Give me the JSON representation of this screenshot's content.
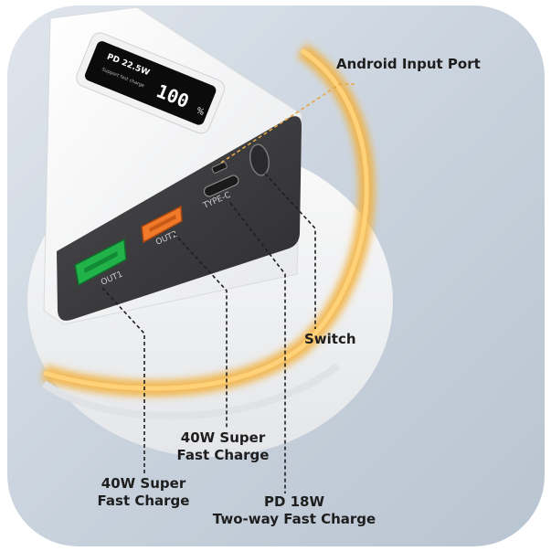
{
  "labels": {
    "android_input_port": "Android Input Port",
    "switch": "Switch",
    "out2_line1": "40W  Super",
    "out2_line2": "Fast Charge",
    "out1_line1": "40W Super",
    "out1_line2": "Fast Charge",
    "pd_line1": "PD 18W",
    "pd_line2": "Two-way Fast Charge"
  },
  "device": {
    "display_value": "100",
    "display_unit": "%",
    "display_mode": "PD 22.5W",
    "display_note": "Support fast charge",
    "port_out1": "OUT1",
    "port_out2": "OUT2",
    "port_typec": "TYPE-C"
  },
  "colors": {
    "background_card": "#c9d3de",
    "base_disc": "#f2f2f2",
    "glow_ring": "#f3b03a",
    "device_body": "#f7f7f7",
    "port_panel": "#3c3c3e",
    "usb_out1": "#21b24a",
    "usb_out2": "#f07a2a",
    "text": "#1e1e1e"
  }
}
